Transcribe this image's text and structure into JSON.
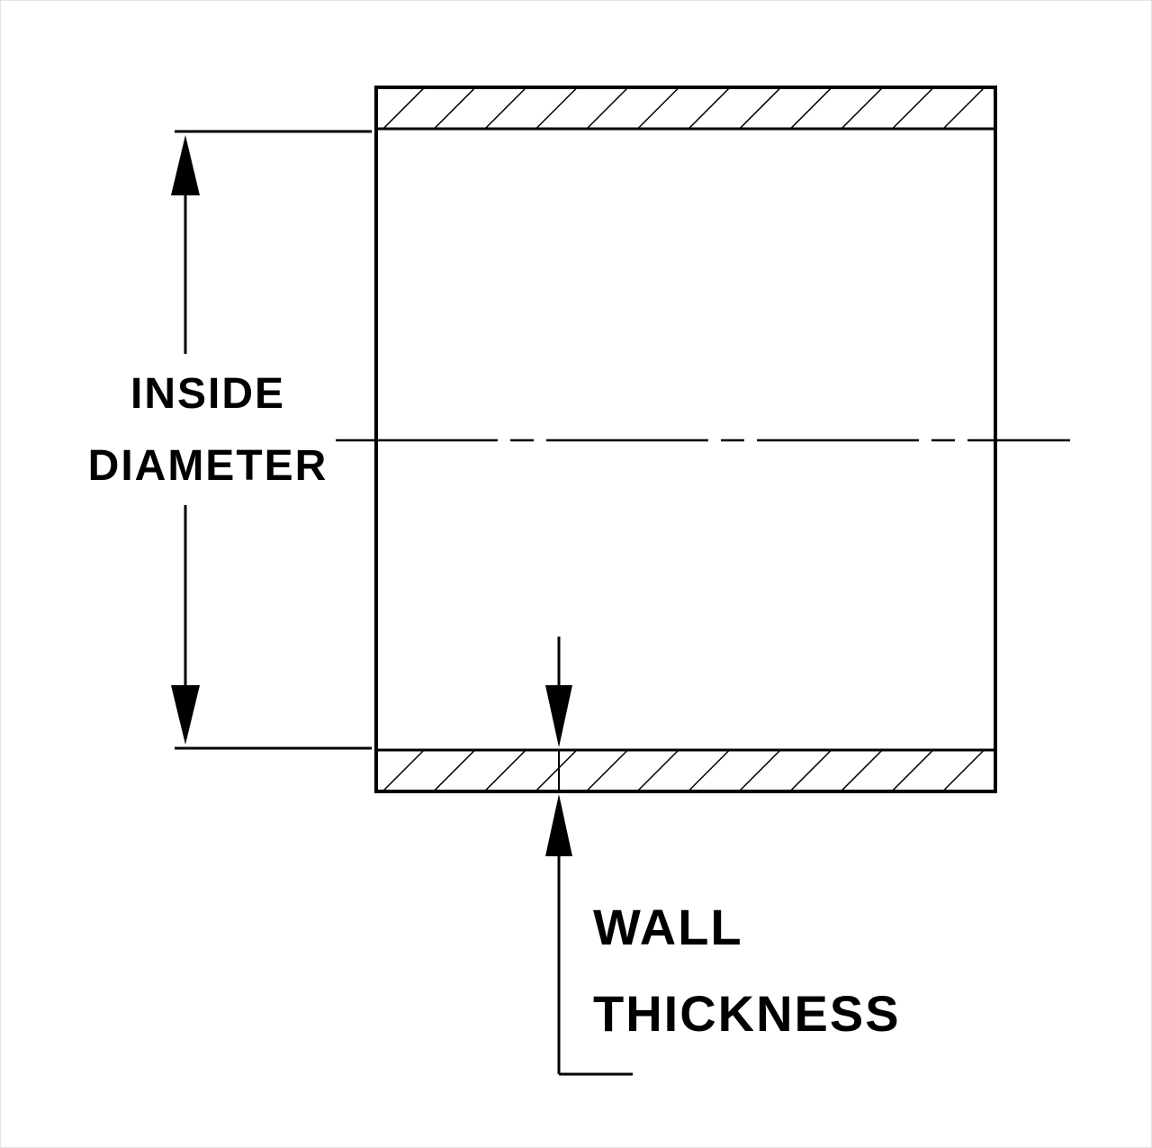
{
  "diagram": {
    "type": "technical-drawing",
    "title": "Tube / coupler cross-section with dimension callouts",
    "labels": {
      "inside_diameter_line1": "INSIDE",
      "inside_diameter_line2": "DIAMETER",
      "wall_thickness_line1": "WALL",
      "wall_thickness_line2": "THICKNESS"
    },
    "colors": {
      "line": "#000000",
      "background": "#ffffff"
    }
  }
}
